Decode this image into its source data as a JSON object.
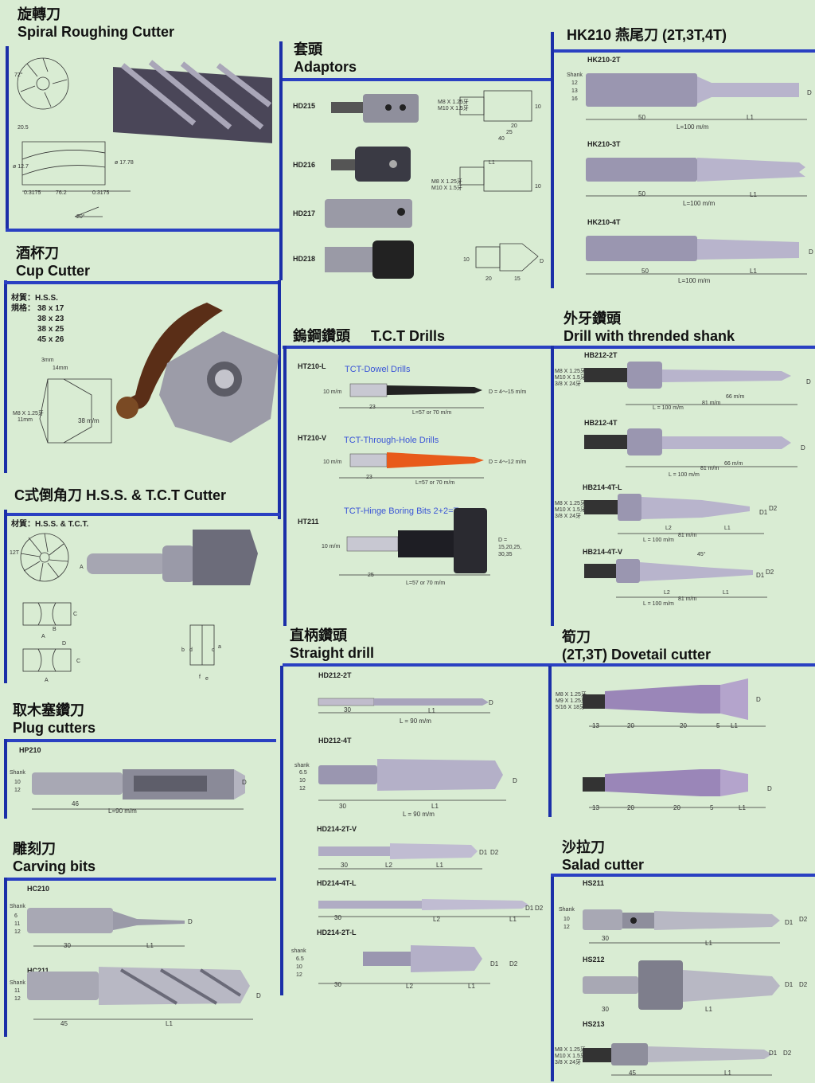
{
  "colors": {
    "background": "#d9ecd3",
    "divider": "#1b2fa8",
    "accent_text": "#3a55d6",
    "tool_steel": "#8a8d9c",
    "tool_purple": "#9a8ab5",
    "tct_orange": "#e85a1a"
  },
  "spiral": {
    "title_zh": "旋轉刀",
    "title_en": "Spiral Roughing Cutter",
    "dims": [
      "72°",
      "20.5",
      "ø 12.7",
      "0.3175",
      "76.2",
      "0.3175",
      "20°",
      "ø 17.78"
    ]
  },
  "adaptors": {
    "title_zh": "套頭",
    "title_en": "Adaptors",
    "items": [
      "HD215",
      "HD216",
      "HD217",
      "HD218"
    ],
    "dims": {
      "m1": "M8 X 1.25牙",
      "m2": "M10 X 1.5牙",
      "d10": "10",
      "d20": "20",
      "d25": "25",
      "d40": "40",
      "d15": "15",
      "L1": "L1",
      "D": "D"
    }
  },
  "hk210": {
    "title": "HK210 燕尾刀 (2T,3T,4T)",
    "items": [
      "HK210-2T",
      "HK210-3T",
      "HK210-4T"
    ],
    "shank_label": "Shank",
    "shank_values": [
      "12",
      "13",
      "16"
    ],
    "d50": "50",
    "L": "L=100 m/m",
    "L1": "L1",
    "D": "D"
  },
  "cup": {
    "title_zh": "酒杯刀",
    "title_en": "Cup Cutter",
    "material_label": "材質：H.S.S.",
    "spec_label": "規格：",
    "specs": [
      "38 x 17",
      "38 x 23",
      "38 x 25",
      "45 x 26"
    ],
    "dims": [
      "3mm",
      "14mm",
      "M8 X 1.25牙",
      "11mm",
      "38 m/m"
    ]
  },
  "tct": {
    "title_zh": "鎢鋼鑽頭",
    "title_en": "T.C.T Drills",
    "items": [
      {
        "code": "HT210-L",
        "name": "TCT-Dowel Drills",
        "d": "10 m/m",
        "D": "D = 4～15 m/m",
        "a": "23",
        "L": "L=57 or 70 m/m"
      },
      {
        "code": "HT210-V",
        "name": "TCT-Through-Hole Drills",
        "d": "10 m/m",
        "D": "D = 4～12 m/m",
        "a": "23",
        "L": "L=57 or 70 m/m"
      },
      {
        "code": "HT211",
        "name": "TCT-Hinge Boring Bits 2+2=T",
        "d": "10 m/m",
        "D": "D = 15,20,25, 30,35",
        "a": "25",
        "L": "L=57 or 70 m/m"
      }
    ]
  },
  "threaded": {
    "title_zh": "外牙鑽頭",
    "title_en": "Drill with thrended shank",
    "items": [
      "HB212-2T",
      "HB212-4T",
      "HB214-4T-L",
      "HB214-4T-V"
    ],
    "thread_specs": [
      "M8 X 1.25牙",
      "M10 X 1.5牙",
      "3/8 X 24牙"
    ],
    "L": "L = 100 m/m",
    "d81": "81 m/m",
    "d66": "66 m/m",
    "D": "D",
    "D1": "D1",
    "D2": "D2",
    "L1": "L1",
    "L2": "L2",
    "angle": "45°"
  },
  "chamfer": {
    "title": "C式倒角刀 H.S.S. & T.C.T Cutter",
    "material": "材質：H.S.S. & T.C.T.",
    "dims": [
      "12T",
      "A",
      "A",
      "B",
      "C",
      "A",
      "D",
      "C",
      "b",
      "d",
      "c",
      "a",
      "f",
      "e"
    ]
  },
  "straight": {
    "title_zh": "直柄鑽頭",
    "title_en": "Straight drill",
    "items": [
      "HD212-2T",
      "HD212-4T",
      "HD214-2T-V",
      "HD214-4T-L",
      "HD214-2T-L"
    ],
    "shank_label": "shank",
    "shank_values": [
      "6.5",
      "10",
      "12"
    ],
    "d30": "30",
    "L": "L = 90 m/m",
    "L1": "L1",
    "L2": "L2",
    "D": "D",
    "D1": "D1",
    "D2": "D2"
  },
  "dovetail": {
    "title_zh": "筍刀",
    "title_en": "(2T,3T) Dovetail cutter",
    "thread_specs_1": [
      "M8 X 1.25牙",
      "M9 X 1.25牙",
      "5/16 X 18牙"
    ],
    "dims": [
      "13",
      "20",
      "20",
      "5",
      "L1",
      "D"
    ]
  },
  "plug": {
    "title_zh": "取木塞鑽刀",
    "title_en": "Plug cutters",
    "code": "HP210",
    "shank_label": "Shank",
    "shank_values": [
      "10",
      "12"
    ],
    "d46": "46",
    "L": "L=90 m/m",
    "D": "D"
  },
  "carving": {
    "title_zh": "雕刻刀",
    "title_en": "Carving bits",
    "items": [
      "HC210",
      "HC211"
    ],
    "shank_label": "Shank",
    "shank_values_1": [
      "6",
      "11",
      "12"
    ],
    "shank_values_2": [
      "11",
      "12"
    ],
    "d30": "30",
    "d45": "45",
    "L1": "L1",
    "D": "D"
  },
  "salad": {
    "title_zh": "沙拉刀",
    "title_en": "Salad cutter",
    "items": [
      "HS211",
      "HS212",
      "HS213"
    ],
    "shank_label": "Shank",
    "shank_values": [
      "10",
      "12"
    ],
    "thread_specs": [
      "M8 X 1.25牙",
      "M10 X 1.5牙",
      "3/8 X 24牙"
    ],
    "d30": "30",
    "d45": "45",
    "L1": "L1",
    "D1": "D1",
    "D2": "D2"
  }
}
